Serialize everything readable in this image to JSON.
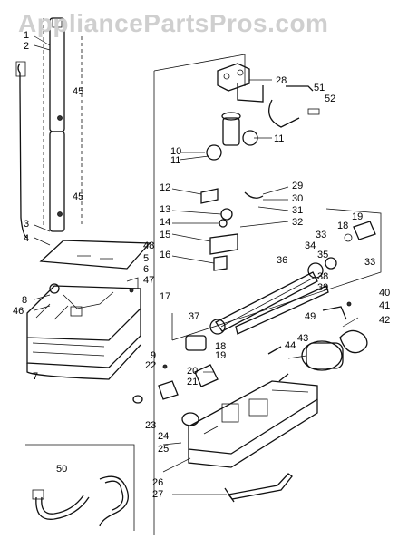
{
  "watermark": "AppliancePartsPros.com",
  "part_labels": [
    "1",
    "2",
    "3",
    "4",
    "5",
    "6",
    "7",
    "8",
    "9",
    "10",
    "11",
    "11",
    "12",
    "13",
    "14",
    "15",
    "16",
    "17",
    "18",
    "18",
    "19",
    "19",
    "20",
    "21",
    "22",
    "23",
    "24",
    "25",
    "26",
    "27",
    "28",
    "29",
    "30",
    "31",
    "32",
    "33",
    "33",
    "34",
    "35",
    "36",
    "37",
    "38",
    "39",
    "40",
    "41",
    "42",
    "43",
    "44",
    "45",
    "45",
    "46",
    "47",
    "48",
    "49",
    "50",
    "51",
    "52"
  ]
}
